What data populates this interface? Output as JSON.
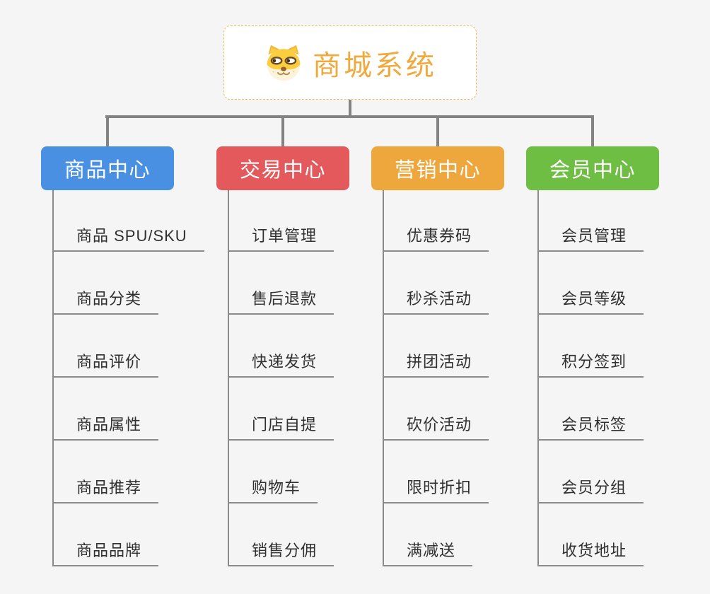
{
  "root": {
    "title": "商城系统",
    "icon": "dog-face"
  },
  "branches": [
    {
      "label": "商品中心",
      "color": "#4A90E2",
      "children": [
        "商品 SPU/SKU",
        "商品分类",
        "商品评价",
        "商品属性",
        "商品推荐",
        "商品品牌"
      ]
    },
    {
      "label": "交易中心",
      "color": "#E4595B",
      "children": [
        "订单管理",
        "售后退款",
        "快递发货",
        "门店自提",
        "购物车",
        "销售分佣"
      ]
    },
    {
      "label": "营销中心",
      "color": "#EEA73D",
      "children": [
        "优惠券码",
        "秒杀活动",
        "拼团活动",
        "砍价活动",
        "限时折扣",
        "满减送"
      ]
    },
    {
      "label": "会员中心",
      "color": "#6EBE43",
      "children": [
        "会员管理",
        "会员等级",
        "积分签到",
        "会员标签",
        "会员分组",
        "收货地址"
      ]
    }
  ],
  "colors": {
    "background": "#F5F5F5",
    "connector": "#838383",
    "sub_line": "#8A8A8A",
    "root_text": "#F0A93D",
    "root_border": "#F2B95C",
    "sub_text": "#303030"
  }
}
